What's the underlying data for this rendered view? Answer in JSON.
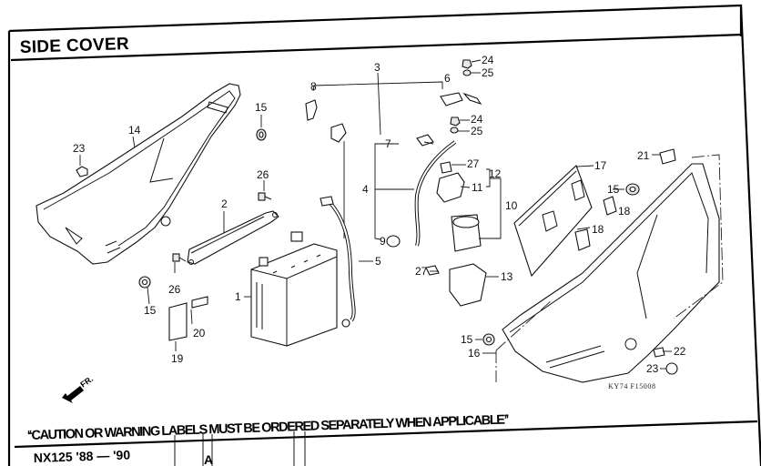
{
  "page": {
    "title": "SIDE COVER",
    "caution_note": "‘‘CAUTION OR WARNING LABELS MUST BE ORDERED SEPARATELY WHEN APPLICABLE’’",
    "model_label": "NX125 '88 — '90",
    "footer_column_letter": "A",
    "drawing_code": "KY74 F15008",
    "direction_label": "FR."
  },
  "callouts": [
    {
      "id": "c1",
      "label": "1"
    },
    {
      "id": "c2",
      "label": "2"
    },
    {
      "id": "c3",
      "label": "3"
    },
    {
      "id": "c4",
      "label": "4"
    },
    {
      "id": "c5",
      "label": "5"
    },
    {
      "id": "c6",
      "label": "6"
    },
    {
      "id": "c7",
      "label": "7"
    },
    {
      "id": "c8",
      "label": "8"
    },
    {
      "id": "c9",
      "label": "9"
    },
    {
      "id": "c10",
      "label": "10"
    },
    {
      "id": "c11",
      "label": "11"
    },
    {
      "id": "c12",
      "label": "12"
    },
    {
      "id": "c13",
      "label": "13"
    },
    {
      "id": "c14",
      "label": "14"
    },
    {
      "id": "c15a",
      "label": "15"
    },
    {
      "id": "c15b",
      "label": "15"
    },
    {
      "id": "c15c",
      "label": "15"
    },
    {
      "id": "c15d",
      "label": "15"
    },
    {
      "id": "c16",
      "label": "16"
    },
    {
      "id": "c17",
      "label": "17"
    },
    {
      "id": "c18a",
      "label": "18"
    },
    {
      "id": "c18b",
      "label": "18"
    },
    {
      "id": "c19",
      "label": "19"
    },
    {
      "id": "c20",
      "label": "20"
    },
    {
      "id": "c21",
      "label": "21"
    },
    {
      "id": "c22",
      "label": "22"
    },
    {
      "id": "c23a",
      "label": "23"
    },
    {
      "id": "c23b",
      "label": "23"
    },
    {
      "id": "c24a",
      "label": "24"
    },
    {
      "id": "c24b",
      "label": "24"
    },
    {
      "id": "c25a",
      "label": "25"
    },
    {
      "id": "c25b",
      "label": "25"
    },
    {
      "id": "c26a",
      "label": "26"
    },
    {
      "id": "c26b",
      "label": "26"
    },
    {
      "id": "c27a",
      "label": "27"
    },
    {
      "id": "c27b",
      "label": "27"
    }
  ]
}
